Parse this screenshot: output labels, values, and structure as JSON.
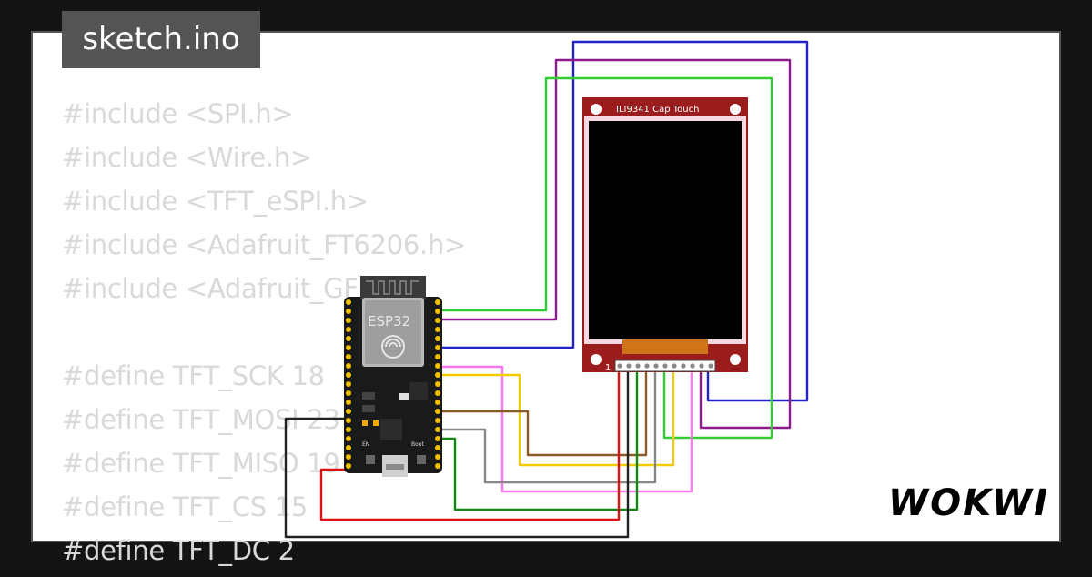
{
  "editor": {
    "filename": "sketch.ino",
    "code_lines": [
      "#include <SPI.h>",
      "#include <Wire.h>",
      "#include <TFT_eSPI.h>",
      "#include <Adafruit_FT6206.h>",
      "#include <Adafruit_GFX.h>",
      "",
      "#define TFT_SCK 18",
      "#define TFT_MOSI 23",
      "#define TFT_MISO 19",
      "#define TFT_CS 15",
      "#define TFT_DC 2"
    ]
  },
  "circuit": {
    "mcu_label": "ESP32",
    "mcu_button_left": "EN",
    "mcu_button_right": "Boot",
    "display_label": "ILI9341 Cap Touch",
    "display_pin1_label": "1"
  },
  "brand": {
    "logo_text": "WOKWI"
  },
  "colors": {
    "background": "#141414",
    "panel": "#ffffff",
    "code_text": "#d9d9d9",
    "tab": "#545454",
    "display_board": "#9b1c1c",
    "display_screen": "#000000",
    "mcu_board": "#1a1a1a"
  },
  "wire_colors": [
    "#2222cc",
    "#8b1a8b",
    "#33cc33",
    "#ff77ee",
    "#f2cc00",
    "#8b5a2b",
    "#888888",
    "#118811",
    "#dd1111",
    "#222222"
  ]
}
